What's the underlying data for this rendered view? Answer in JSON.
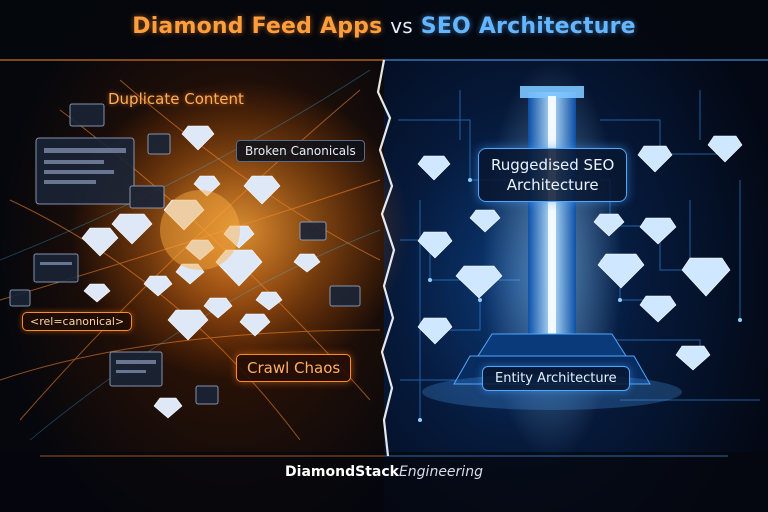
{
  "title": {
    "left": "Diamond Feed Apps",
    "middle": "vs",
    "right": "SEO Architecture"
  },
  "left_panel": {
    "labels": {
      "duplicate_content": "Duplicate Content",
      "broken_canonicals": "Broken Canonicals",
      "rel_canonical": "<rel=canonical>",
      "crawl_chaos": "Crawl Chaos"
    }
  },
  "right_panel": {
    "labels": {
      "ruggedised_line1": "Ruggedised SEO",
      "ruggedised_line2": "Architecture",
      "entity_architecture": "Entity Architecture"
    }
  },
  "footer": {
    "brand_bold": "DiamondStack",
    "brand_italic": "Engineering"
  },
  "colors": {
    "left_accent": "#ff8a2a",
    "right_accent": "#4fa8ff",
    "background": "#05070d"
  }
}
